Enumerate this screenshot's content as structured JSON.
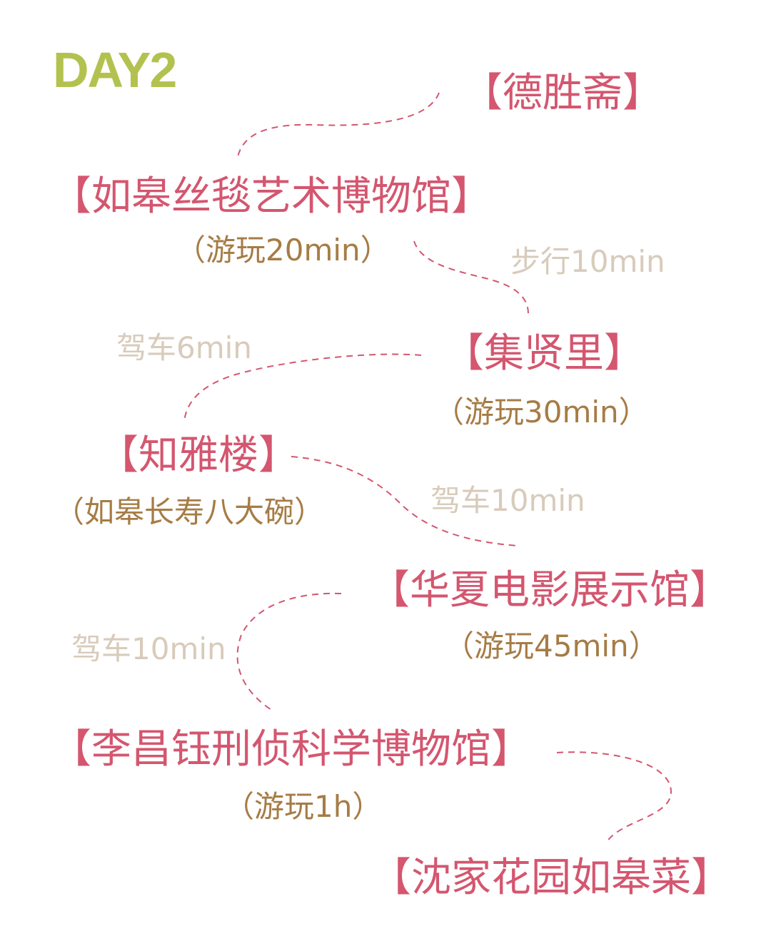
{
  "heading": "DAY2",
  "colors": {
    "heading": "#b3c24f",
    "stop": "#d4566f",
    "duration": "#a67c45",
    "transport": "#d8cbbb",
    "route": "#d4566f"
  },
  "stops": [
    {
      "name": "【德胜斋】"
    },
    {
      "name": "【如皋丝毯艺术博物馆】",
      "duration": "（游玩20min）"
    },
    {
      "name": "【集贤里】",
      "duration": "（游玩30min）"
    },
    {
      "name": "【知雅楼】",
      "duration": "（如皋长寿八大碗）"
    },
    {
      "name": "【华夏电影展示馆】",
      "duration": "（游玩45min）"
    },
    {
      "name": "【李昌钰刑侦科学博物馆】",
      "duration": "（游玩1h）"
    },
    {
      "name": "【沈家花园如皋菜】"
    }
  ],
  "transport": [
    "步行10min",
    "驾车6min",
    "驾车10min",
    "驾车10min"
  ]
}
